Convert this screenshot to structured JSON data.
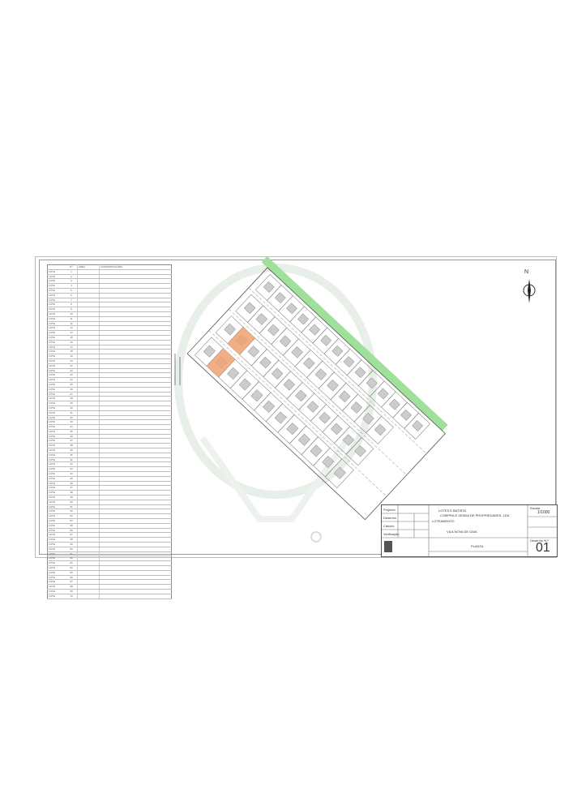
{
  "table": {
    "header": [
      "",
      "N.º",
      "ÁREA",
      "CONFRONTAÇÕES"
    ],
    "row_prefix": "LOTE",
    "lot_numbers": [
      1,
      2,
      3,
      4,
      5,
      6,
      7,
      8,
      9,
      10,
      11,
      12,
      13,
      14,
      15,
      16,
      17,
      18,
      19,
      20,
      21,
      22,
      23,
      24,
      25,
      26,
      27,
      28,
      29,
      30,
      31,
      32,
      33,
      34,
      35,
      36,
      37,
      38,
      39,
      40,
      41,
      42,
      43,
      44,
      45,
      46,
      47,
      48,
      49,
      50,
      51,
      52,
      53,
      54,
      55,
      56,
      57,
      58,
      59,
      60,
      61,
      62,
      63,
      64,
      65,
      66,
      67,
      68,
      69,
      70
    ]
  },
  "title_block": {
    "labels": [
      "Projecto",
      "Desenho",
      "Cálculo",
      "Verificação"
    ],
    "client": "LOTES E BATISTA",
    "company": "COMPRA E VENDA DE PROPRIEDADES, LDA",
    "subject": "LOTEAMENTO",
    "location": "VILA NOVA DE GAIA",
    "drawing_title": "PLANTA",
    "scale_label": "Escala",
    "scale": "1/1000",
    "sheet_label": "Desenho N.º",
    "sheet_number": "01"
  },
  "north_label": "N",
  "colors": {
    "green_strip": "#9fe09a",
    "highlight_lot": "#f0a070",
    "lines": "#555555"
  }
}
